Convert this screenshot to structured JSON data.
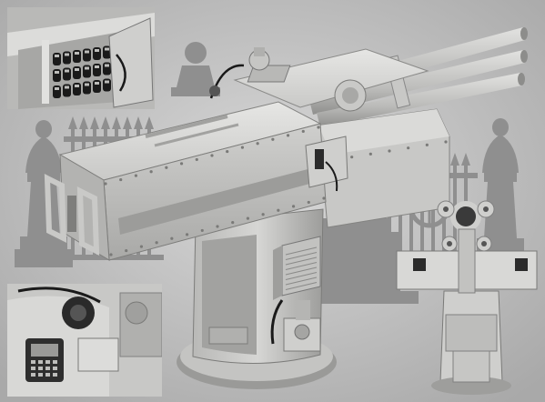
{
  "palette": {
    "background_light": "#d8d8d8",
    "background_dark": "#a9a9a9",
    "silhouette": "#8f8f8f",
    "metal_light": "#d9d9d7",
    "metal_mid": "#bdbdbb",
    "metal_dark": "#8a8a88",
    "shadow": "#555555",
    "black": "#1a1a1a",
    "screen": "#3a3a3a",
    "rivet": "#7a7a78"
  },
  "insets": [
    {
      "name": "ammunition-feed-closeup"
    },
    {
      "name": "control-panel-closeup"
    }
  ],
  "background_elements": [
    "chess-piece-silhouettes",
    "iron-fence-silhouette",
    "fence-gate-wheel-silhouette"
  ]
}
